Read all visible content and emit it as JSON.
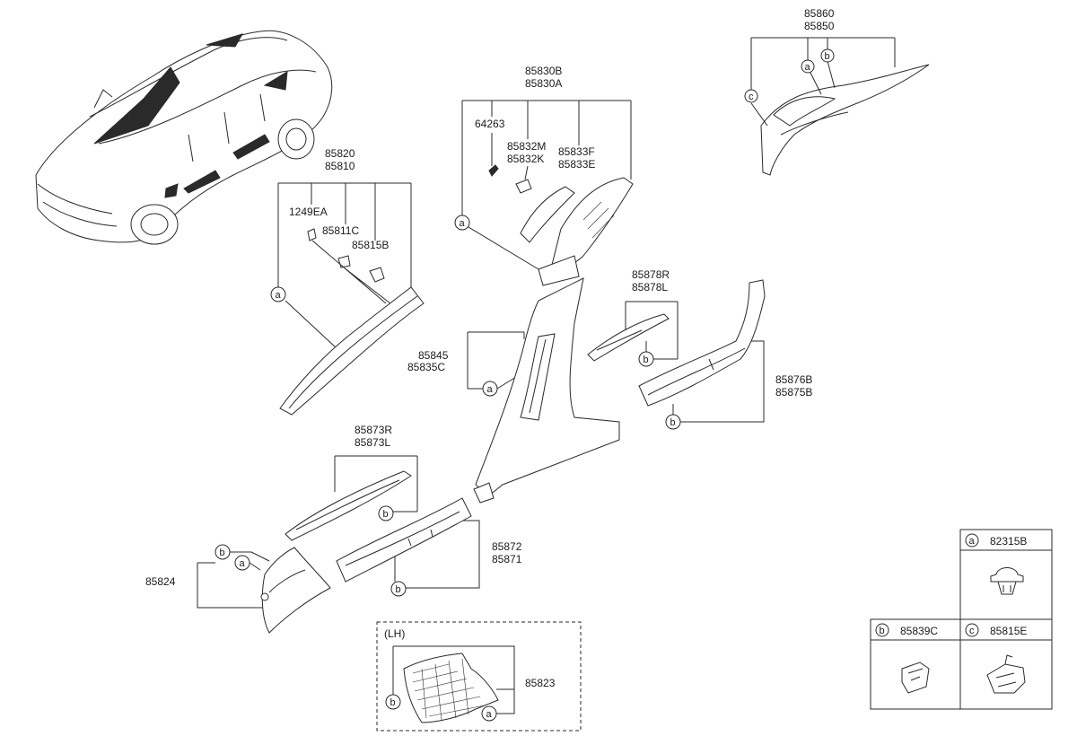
{
  "part_numbers": {
    "roof_trim": [
      "85860",
      "85850"
    ],
    "a_pillar": [
      "85820",
      "85810"
    ],
    "a_pillar_clip_1": "1249EA",
    "a_pillar_clip_2": "85811C",
    "a_pillar_clip_3": "85815B",
    "b_pillar_upper": [
      "85830B",
      "85830A"
    ],
    "b_pillar_clip": "64263",
    "b_pillar_anchor": [
      "85832M",
      "85832K"
    ],
    "b_pillar_garnish": [
      "85833F",
      "85833E"
    ],
    "b_pillar_lower": [
      "85845",
      "85835C"
    ],
    "rear_scuff": [
      "85878R",
      "85878L"
    ],
    "rear_sill": [
      "85876B",
      "85875B"
    ],
    "front_scuff": [
      "85873R",
      "85873L"
    ],
    "front_sill": [
      "85872",
      "85871"
    ],
    "cowl_side": "85824",
    "cowl_side_lh": "85823"
  },
  "callouts": {
    "a": "a",
    "b": "b",
    "c": "c"
  },
  "lh_label": "(LH)",
  "legend": [
    {
      "letter": "a",
      "part": "82315B"
    },
    {
      "letter": "b",
      "part": "85839C"
    },
    {
      "letter": "c",
      "part": "85815E"
    }
  ],
  "colors": {
    "line": "#2a2a2a",
    "background": "#ffffff"
  }
}
